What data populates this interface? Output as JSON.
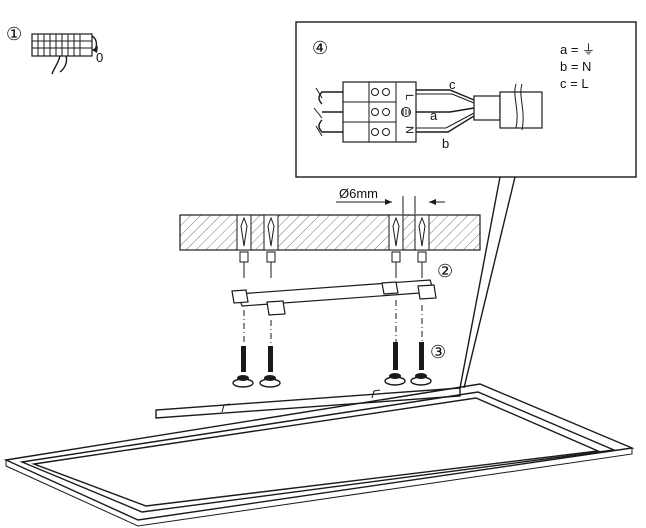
{
  "steps": {
    "step1": "①",
    "step1_value": "0",
    "step2": "②",
    "step3": "③",
    "step4": "④"
  },
  "dimension": "Ø6mm",
  "wiring": {
    "wire_a": "a",
    "wire_b": "b",
    "wire_c": "c",
    "terminal_l": "L",
    "terminal_n": "N",
    "legend": [
      "a = ⏚",
      "b = N",
      "c = L"
    ]
  }
}
